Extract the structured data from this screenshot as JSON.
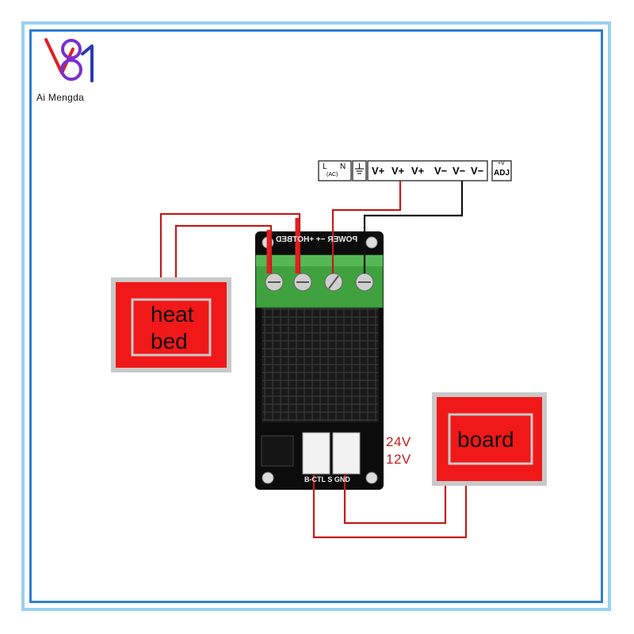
{
  "brand": {
    "name": "Ai Mengda",
    "logo_icon": "ai-mengda-logo-icon",
    "logo_colors": [
      "#e02020",
      "#7a2fd0",
      "#2a3ab0"
    ]
  },
  "psu": {
    "l_label": "L",
    "n_label": "N",
    "ac_label": "(AC)",
    "ground_icon": "ground-icon",
    "vplus": [
      "V+",
      "V+",
      "V+"
    ],
    "vminus": [
      "V−",
      "V−",
      "V−"
    ],
    "adj_top": "+V",
    "adj_label": "ADJ"
  },
  "module": {
    "top_label": "POWER −+ +HOTBED",
    "bottom_label": "B-CTL S GND",
    "heatsink_icon": "heatsink-icon",
    "terminal_icon": "screw-terminal-icon"
  },
  "heat_bed": {
    "line1": "heat",
    "line2": "bed",
    "color": "#f01818"
  },
  "board": {
    "label": "board",
    "color": "#f01818"
  },
  "voltages": {
    "v24": "24V",
    "v12": "12V"
  },
  "colors": {
    "wire_red": "#c41a1a",
    "wire_black": "#111111",
    "frame_outer": "#9ad0f0",
    "frame_inner": "#2f7fd0",
    "terminal_green": "#3fa23f"
  }
}
